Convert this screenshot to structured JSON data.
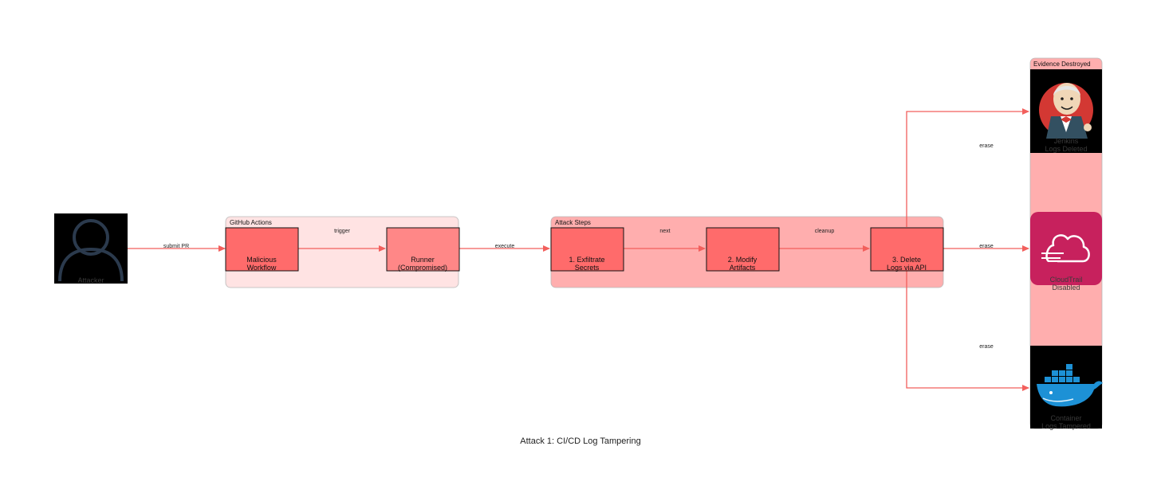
{
  "diagram": {
    "caption": "Attack 1: CI/CD Log Tampering",
    "attacker": {
      "label": "Attacker"
    },
    "clusters": {
      "github": "GitHub Actions",
      "attack": "Attack Steps",
      "evidence": "Evidence Destroyed"
    },
    "nodes": {
      "workflow": [
        "Malicious",
        "Workflow"
      ],
      "runner": [
        "Runner",
        "(Compromised)"
      ],
      "exfil": [
        "1. Exfiltrate",
        "Secrets"
      ],
      "modify": [
        "2. Modify",
        "Artifacts"
      ],
      "delete": [
        "3. Delete",
        "Logs via API"
      ],
      "jenkins": [
        "Jenkins",
        "Logs Deleted"
      ],
      "cloudtrail": [
        "CloudTrail",
        "Disabled"
      ],
      "container": [
        "Container",
        "Logs Tampered"
      ]
    },
    "edges": {
      "submit": "submit PR",
      "trigger": "trigger",
      "execute": "execute",
      "next": "next",
      "cleanup": "cleanup",
      "erase_jenkins": "erase",
      "erase_cloudtrail": "erase",
      "erase_container": "erase"
    },
    "icons": {
      "attacker": "user-icon",
      "jenkins": "jenkins-icon",
      "cloudtrail": "cloudtrail-icon",
      "container": "docker-icon"
    },
    "colors": {
      "node_fill": "#ff6b6b",
      "runner_fill": "#ff8787",
      "edge": "#f25f5c",
      "github_cluster": "#ffe3e3",
      "attack_cluster": "#ffaeae",
      "evidence_cluster": "#ffaeae",
      "cloudtrail_bg": "#c7215d",
      "docker_blue": "#1d91d6"
    }
  }
}
